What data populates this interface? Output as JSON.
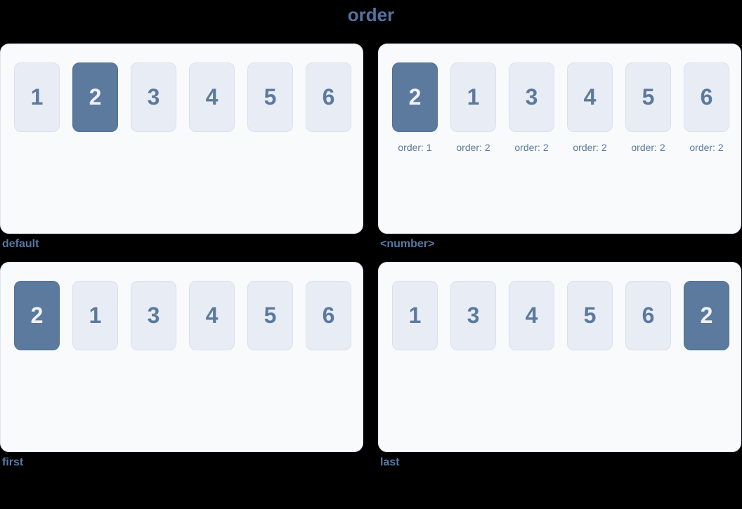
{
  "page": {
    "title": "order",
    "background_color": "#000000"
  },
  "colors": {
    "title": "#54739f",
    "panel_background": "#f8fafc",
    "panel_border": "#dfe4ee",
    "box_background": "#e8edf5",
    "box_border": "#d9e0ec",
    "box_number": "#5b7a9e",
    "highlight_background": "#5b7a9e",
    "highlight_number": "#eef2f8",
    "order_label_color": "#5b7a9e",
    "panel_label_color": "#5878a5"
  },
  "panels": [
    {
      "label": "default",
      "items": [
        {
          "value": "1",
          "highlight": false
        },
        {
          "value": "2",
          "highlight": true
        },
        {
          "value": "3",
          "highlight": false
        },
        {
          "value": "4",
          "highlight": false
        },
        {
          "value": "5",
          "highlight": false
        },
        {
          "value": "6",
          "highlight": false
        }
      ]
    },
    {
      "label": "<number>",
      "items": [
        {
          "value": "2",
          "highlight": true,
          "order_label": "order: 1"
        },
        {
          "value": "1",
          "highlight": false,
          "order_label": "order: 2"
        },
        {
          "value": "3",
          "highlight": false,
          "order_label": "order: 2"
        },
        {
          "value": "4",
          "highlight": false,
          "order_label": "order: 2"
        },
        {
          "value": "5",
          "highlight": false,
          "order_label": "order: 2"
        },
        {
          "value": "6",
          "highlight": false,
          "order_label": "order: 2"
        }
      ]
    },
    {
      "label": "first",
      "items": [
        {
          "value": "2",
          "highlight": true
        },
        {
          "value": "1",
          "highlight": false
        },
        {
          "value": "3",
          "highlight": false
        },
        {
          "value": "4",
          "highlight": false
        },
        {
          "value": "5",
          "highlight": false
        },
        {
          "value": "6",
          "highlight": false
        }
      ]
    },
    {
      "label": "last",
      "items": [
        {
          "value": "1",
          "highlight": false
        },
        {
          "value": "3",
          "highlight": false
        },
        {
          "value": "4",
          "highlight": false
        },
        {
          "value": "5",
          "highlight": false
        },
        {
          "value": "6",
          "highlight": false
        },
        {
          "value": "2",
          "highlight": true
        }
      ]
    }
  ]
}
